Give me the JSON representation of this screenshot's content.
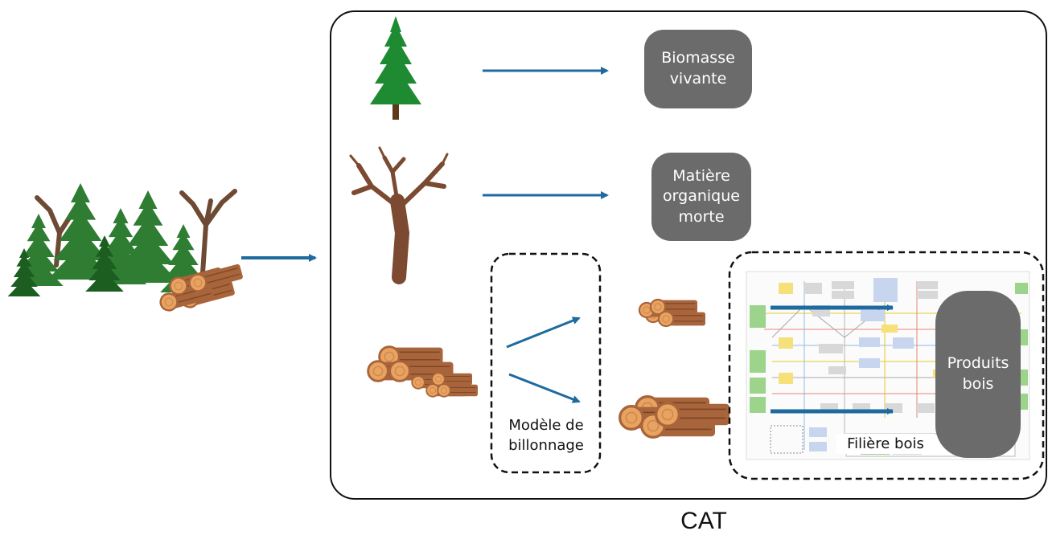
{
  "container": {
    "label": "CAT"
  },
  "pools": {
    "living": "Biomasse\nvivante",
    "dead": "Matière\norganique\nmorte",
    "products": "Produits\nbois"
  },
  "bucking_model": {
    "label": "Modèle de\nbillonnage"
  },
  "wood_sector": {
    "label": "Filière bois"
  },
  "colors": {
    "arrow": "#1f6a9f",
    "pool": "#6b6b6b",
    "conifer": "#1e7a2b",
    "trunk": "#7b4a30",
    "log": "#c98a52"
  },
  "icons": [
    "forest-stand-icon",
    "conifer-tree-icon",
    "dead-tree-icon",
    "log-pile-icon",
    "small-logs-icon",
    "large-logs-icon",
    "wood-sector-flow-diagram"
  ]
}
